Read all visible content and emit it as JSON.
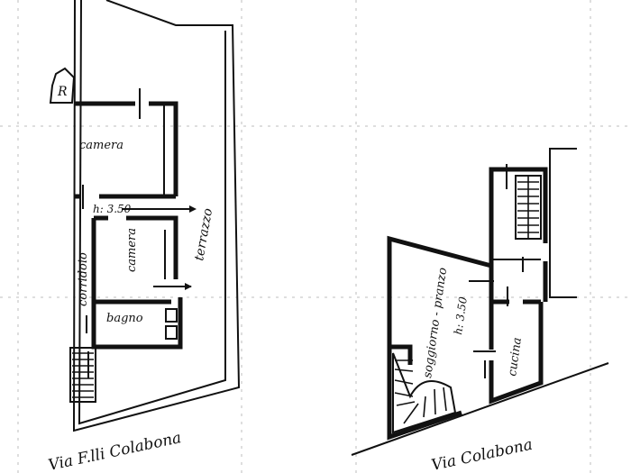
{
  "colors": {
    "ink": "#111111",
    "paper": "#ffffff",
    "scan_dots": "#bdbdbd"
  },
  "left_plan": {
    "rooms": {
      "camera_top": "camera",
      "camera_mid": "camera",
      "bagno": "bagno",
      "corridoio": "corridoio",
      "terrazzo": "terrazzo"
    },
    "height_note": "h: 3.50",
    "corner_symbol": "R",
    "street": "Via F.lli Colabona"
  },
  "right_plan": {
    "rooms": {
      "soggiorno": "soggiorno - pranzo",
      "cucina": "cucina"
    },
    "height_note": "h: 3.50",
    "street": "Via Colabona"
  }
}
